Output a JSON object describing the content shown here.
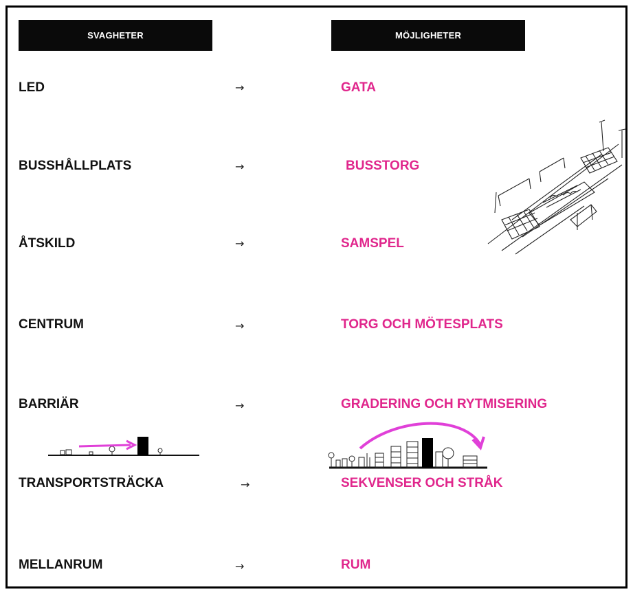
{
  "headers": {
    "weaknesses": "SVAGHETER",
    "opportunities": "MÖJLIGHETER"
  },
  "arrow": "→",
  "rows": [
    {
      "weakness": "LED",
      "opportunity": "GATA"
    },
    {
      "weakness": "BUSSHÅLLPLATS",
      "opportunity": "BUSSTORG"
    },
    {
      "weakness": "ÅTSKILD",
      "opportunity": "SAMSPEL"
    },
    {
      "weakness": "CENTRUM",
      "opportunity": "TORG OCH MÖTESPLATS"
    },
    {
      "weakness": "BARRIÄR",
      "opportunity": "GRADERING OCH RYTMISERING"
    },
    {
      "weakness": "TRANSPORTSTRÄCKA",
      "opportunity": "SEKVENSER OCH STRÅK"
    },
    {
      "weakness": "MELLANRUM",
      "opportunity": "RUM"
    }
  ],
  "colors": {
    "accent": "#e0268c",
    "text": "#111111",
    "header_bg": "#0a0a0a",
    "sketch_arrow": "#e040d8"
  }
}
